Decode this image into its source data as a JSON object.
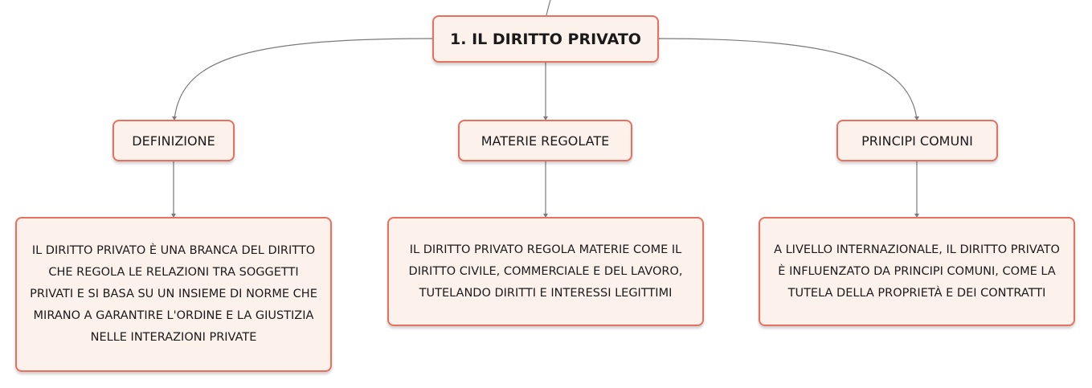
{
  "root": {
    "title": "1. IL DIRITTO PRIVATO"
  },
  "branches": [
    {
      "label": "DEFINIZIONE",
      "detail": "IL DIRITTO PRIVATO È UNA BRANCA DEL DIRITTO CHE REGOLA LE RELAZIONI TRA SOGGETTI PRIVATI E SI BASA SU UN INSIEME DI NORME CHE MIRANO A GARANTIRE L'ORDINE E LA GIUSTIZIA NELLE INTERAZIONI PRIVATE"
    },
    {
      "label": "MATERIE REGOLATE",
      "detail": "IL DIRITTO PRIVATO REGOLA MATERIE COME IL DIRITTO CIVILE, COMMERCIALE E DEL LAVORO, TUTELANDO DIRITTI E INTERESSI LEGITTIMI"
    },
    {
      "label": "PRINCIPI COMUNI",
      "detail": "A LIVELLO INTERNAZIONALE, IL DIRITTO PRIVATO È INFLUENZATO DA PRINCIPI COMUNI, COME LA TUTELA DELLA PROPRIETÀ E DEI CONTRATTI"
    }
  ],
  "colors": {
    "node_border": "#e8705e",
    "node_fill": "#fdf1ec",
    "connector": "#7a7a7a",
    "text": "#1a1a1a"
  }
}
